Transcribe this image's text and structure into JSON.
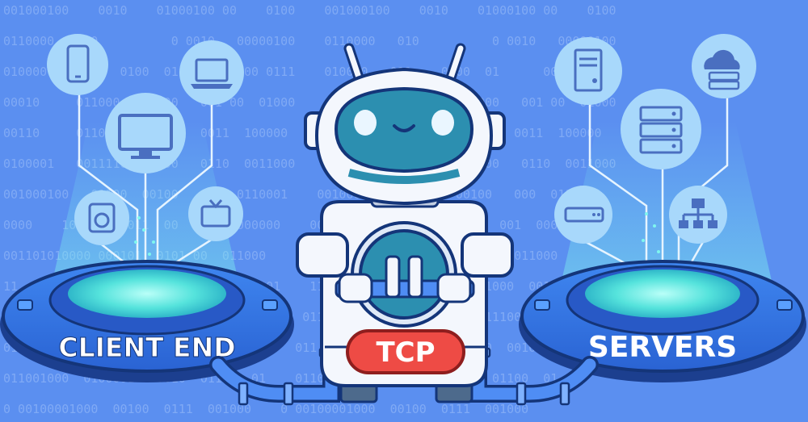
{
  "labels": {
    "client": "CLIENT END",
    "servers": "SERVERS",
    "tcp": "TCP"
  },
  "background": {
    "binary_rows": [
      "001000100    0010    01000100 00    0100",
      "0110000   010          0 0010   00000100",
      "010000   011    0100  01      00100 0111",
      "00010     011000    1000   001 00  01000",
      "00110     01101   0010001  0011  100000",
      "0100001   00111100  0100   0110  0011000",
      "001000100   01100  00100   000  0110001",
      "0000    1000000  011  00  001  0000000",
      "001101010000 000101  0101 00  011000",
      "11  0110   0011   10  011000  0011 001",
      "01100100   0001  0000   011100  00110",
      "011  01100   0010  00  0000  00100 0",
      "011001000  0100001   0010  01100  01",
      "0 00100001000  00100  0111  001000"
    ]
  },
  "icons": {
    "client": [
      "smartphone-icon",
      "laptop-icon",
      "desktop-monitor-icon",
      "washing-machine-icon",
      "television-icon"
    ],
    "servers": [
      "server-tower-icon",
      "cloud-storage-icon",
      "server-rack-icon",
      "network-switch-icon",
      "network-hierarchy-icon"
    ]
  },
  "colors": {
    "background": "#5b8ff0",
    "platform": "#2e6ee0",
    "platform_edge": "#1c3f8f",
    "glow": "#6ff0e6",
    "tcp_badge": "#ee4b45",
    "robot_body": "#f4f7fd",
    "robot_visor": "#2c8fb0"
  }
}
